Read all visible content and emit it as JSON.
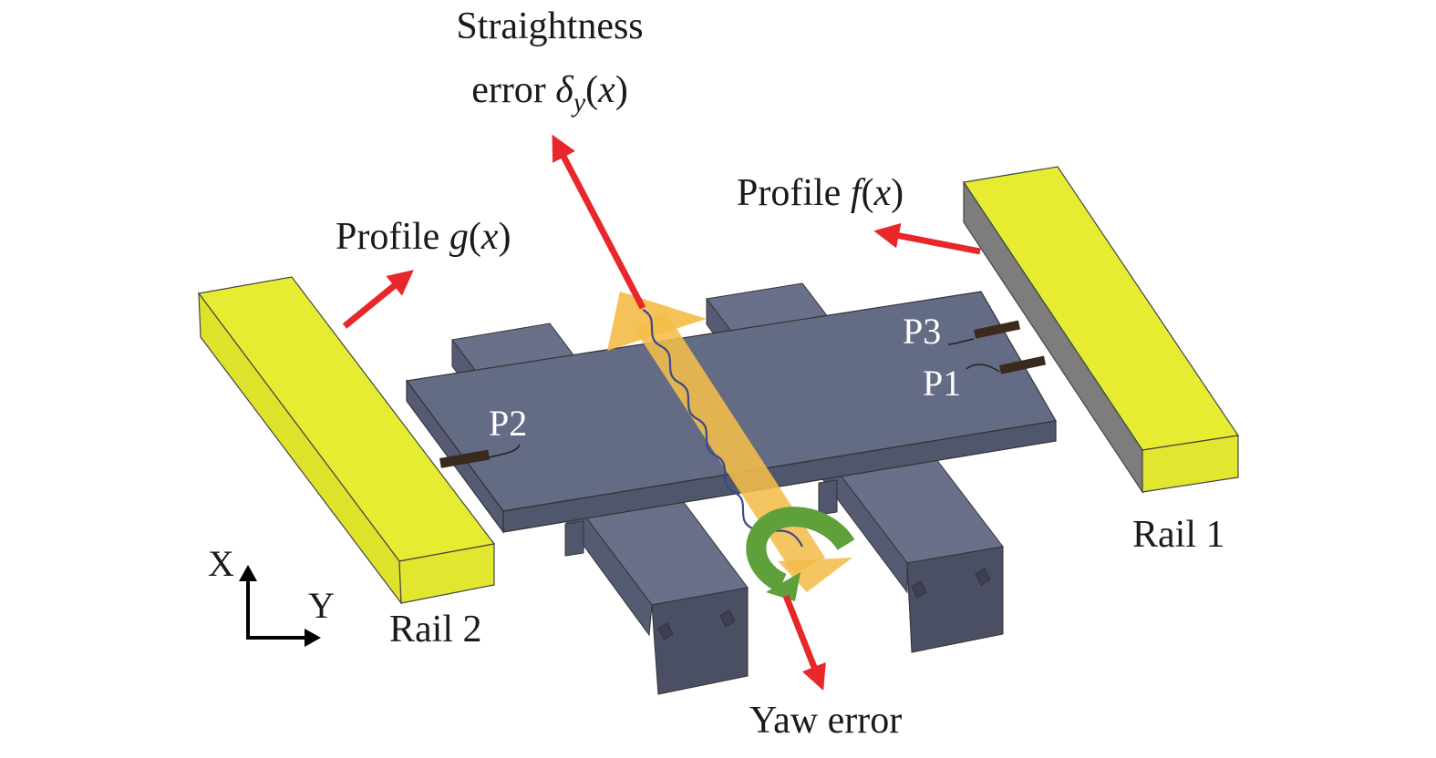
{
  "labels": {
    "straightness_line1": "Straightness",
    "straightness_line2_pre": "error ",
    "straightness_delta": "δ",
    "straightness_sub": "y",
    "straightness_arg_open": "(",
    "straightness_arg_x": "x",
    "straightness_arg_close": ")",
    "profile_f_pre": "Profile ",
    "profile_f_fn": "f",
    "profile_f_open": "(",
    "profile_f_x": "x",
    "profile_f_close": ")",
    "profile_g_pre": "Profile ",
    "profile_g_fn": "g",
    "profile_g_open": "(",
    "profile_g_x": "x",
    "profile_g_close": ")",
    "rail1": "Rail 1",
    "rail2": "Rail 2",
    "yaw": "Yaw error",
    "p1": "P1",
    "p2": "P2",
    "p3": "P3",
    "axis_x": "X",
    "axis_y": "Y"
  },
  "colors": {
    "rail_top": "#e6ec32",
    "rail_side": "#d8de28",
    "rail_dark_side": "#7a7a7a",
    "table": "#646b84",
    "table_side": "#50566b",
    "base": "#5e6480",
    "base_dark": "#474c60",
    "error_arrow": "#e8272a",
    "motion_arrow": "#f3bd4a",
    "yaw_arrow": "#5fa03a",
    "probe": "#3a2a1e"
  }
}
